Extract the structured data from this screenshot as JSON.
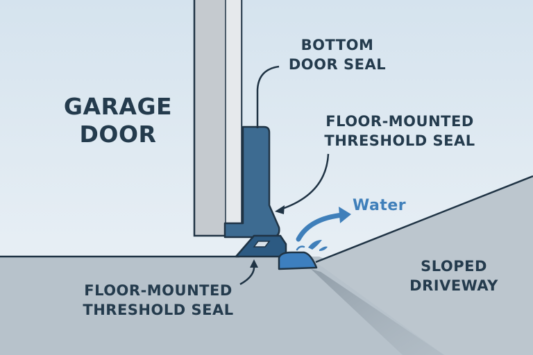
{
  "labels": {
    "garage_door": [
      "GARAGE",
      "DOOR"
    ],
    "bottom_door_seal": [
      "BOTTOM",
      "DOOR SEAL"
    ],
    "threshold_seal_upper": [
      "FLOOR-MOUNTED",
      "THRESHOLD SEAL"
    ],
    "threshold_seal_lower": [
      "FLOOR-MOUNTED",
      "THRESHOLD SEAL"
    ],
    "sloped_driveway": [
      "SLOPED",
      "DRIVEWAY"
    ],
    "water": "Water"
  },
  "colors": {
    "sky": "#dde8f1",
    "floor": "#b6c1ca",
    "driveway": "#bcc6ce",
    "door_panel": "#c4c9ce",
    "door_seal": "#3d6b91",
    "threshold_seal": "#2c5a82",
    "water": "#3f7fba",
    "outline": "#1f3344",
    "text": "#243b4d"
  }
}
